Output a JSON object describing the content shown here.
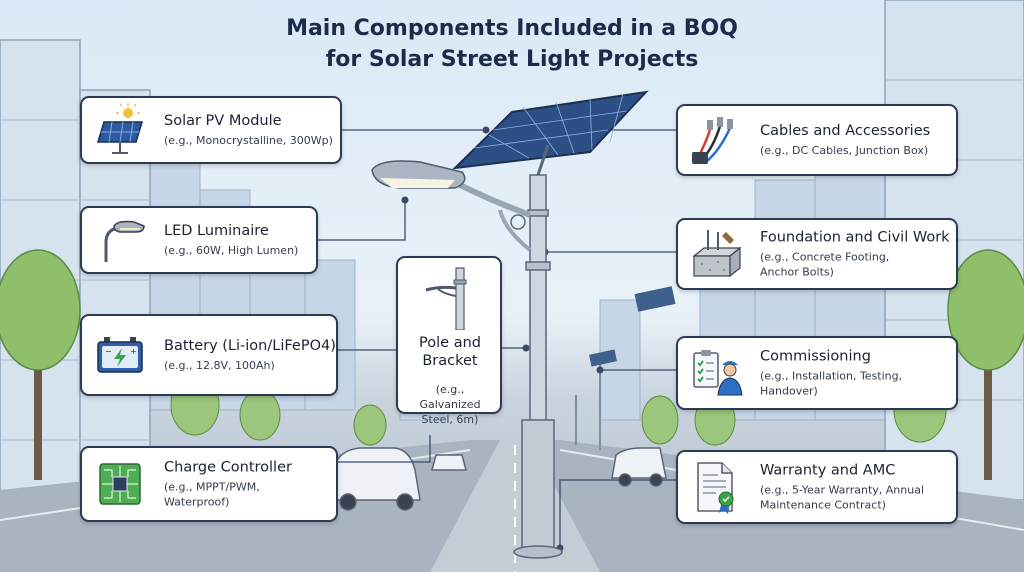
{
  "title_line1": "Main Components Included in a BOQ",
  "title_line2": "for Solar Street Light Projects",
  "components": [
    {
      "name": "Solar PV Module",
      "detail": "(e.g., Monocrystalline, 300Wp)",
      "icon": "solar-panel-icon"
    },
    {
      "name": "LED Luminaire",
      "detail": "(e.g., 60W, High Lumen)",
      "icon": "led-lamp-icon"
    },
    {
      "name": "Battery (Li-ion/LiFePO4)",
      "detail": "(e.g., 12.8V, 100Ah)",
      "icon": "battery-icon"
    },
    {
      "name": "Charge Controller",
      "detail": "(e.g., MPPT/PWM, Waterproof)",
      "icon": "circuit-chip-icon"
    },
    {
      "name": "Pole and Bracket",
      "detail": "(e.g., Galvanized Steel, 6m)",
      "icon": "pole-bracket-icon"
    },
    {
      "name": "Cables and Accessories",
      "detail": "(e.g., DC Cables, Junction Box)",
      "icon": "cables-icon"
    },
    {
      "name": "Foundation and Civil Work",
      "detail": "(e.g., Concrete Footing, Anchor Bolts)",
      "icon": "concrete-block-icon"
    },
    {
      "name": "Commissioning",
      "detail": "(e.g., Installation, Testing, Handover)",
      "icon": "technician-checklist-icon"
    },
    {
      "name": "Warranty and AMC",
      "detail": "(e.g., 5-Year Warranty, Annual Maintenance Contract)",
      "icon": "warranty-certificate-icon"
    }
  ],
  "colors": {
    "border": "#2b3a55",
    "title": "#1d2b4a",
    "connector": "#3a4a66"
  }
}
